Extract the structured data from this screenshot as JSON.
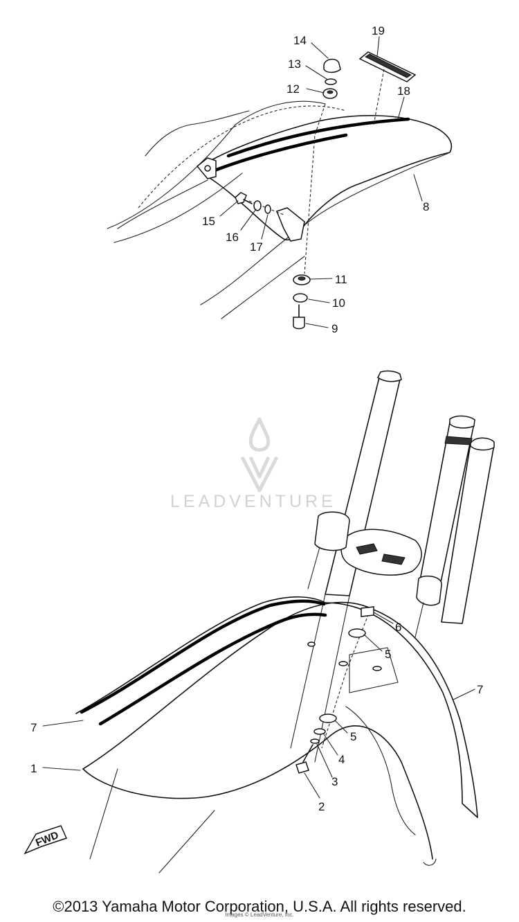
{
  "diagram": {
    "callouts": {
      "c1": "1",
      "c2": "2",
      "c3": "3",
      "c4": "4",
      "c5a": "5",
      "c5b": "5",
      "c6": "6",
      "c7a": "7",
      "c7b": "7",
      "c8": "8",
      "c9": "9",
      "c10": "10",
      "c11": "11",
      "c12": "12",
      "c13": "13",
      "c14": "14",
      "c15": "15",
      "c16": "16",
      "c17": "17",
      "c18": "18",
      "c19": "19"
    },
    "fwd_label": "FWD"
  },
  "watermark": {
    "text": "LEADVENTURE"
  },
  "footer": {
    "copyright": "©2013 Yamaha Motor Corporation, U.S.A. All rights reserved.",
    "credit": "Images © LeadVenture, Inc."
  }
}
